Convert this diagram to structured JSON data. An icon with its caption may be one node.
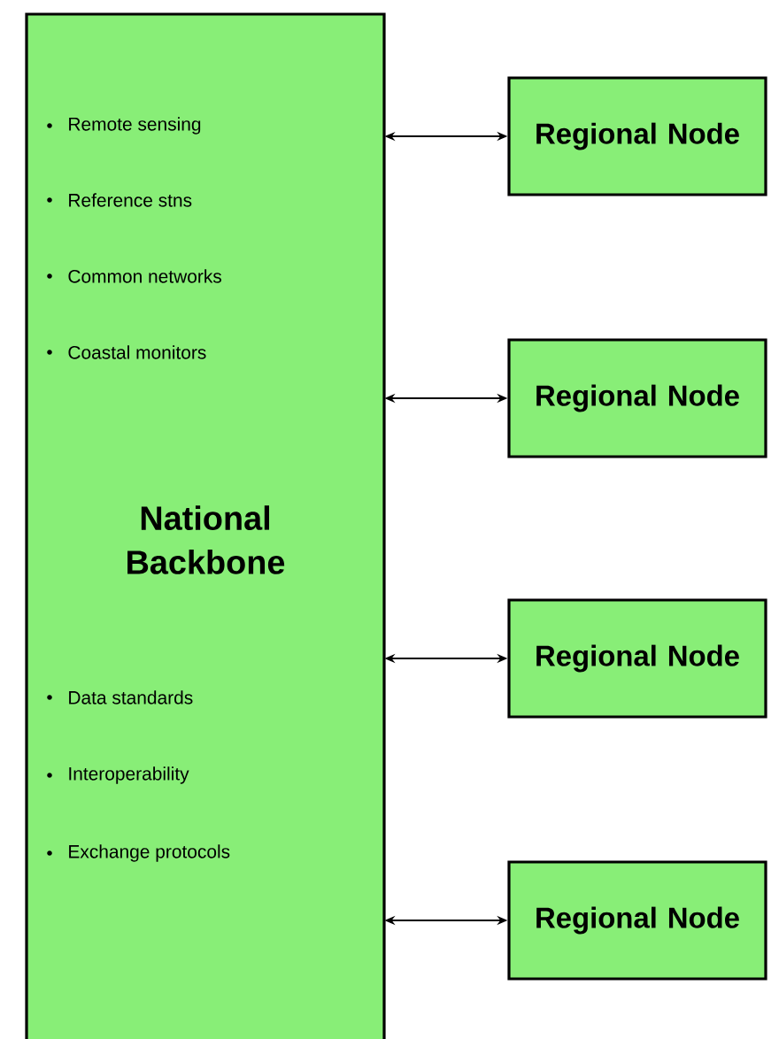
{
  "diagram": {
    "nodes": [
      {
        "text": [
          "Remote sensing",
          "Reference stns",
          "Common networks",
          "Coastal monitors",
          "National Backbone",
          "Data standards",
          "Interoperability",
          "Exchange protocols"
        ]
      },
      {
        "text": [
          "Regional Node"
        ]
      },
      {
        "text": [
          "Regional Node"
        ]
      },
      {
        "text": [
          "Regional Node"
        ]
      },
      {
        "text": [
          "Regional Node"
        ]
      }
    ],
    "edges": [
      {
        "from": 0,
        "to": 1,
        "arrow": "both"
      },
      {
        "from": 0,
        "to": 2,
        "arrow": "both"
      },
      {
        "from": 0,
        "to": 3,
        "arrow": "both"
      },
      {
        "from": 0,
        "to": 4,
        "arrow": "both"
      }
    ]
  }
}
